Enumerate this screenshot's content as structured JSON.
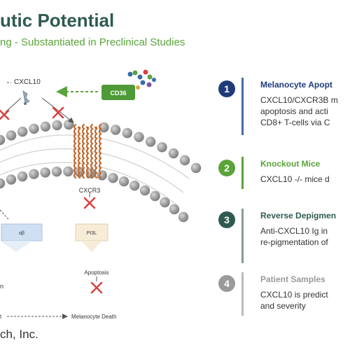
{
  "header": {
    "title": "utic Potential",
    "subtitle": "ng - Substantiated in Preclinical Studies"
  },
  "diagram": {
    "ligand_label": "CXCL10",
    "antibody_label": "CD36",
    "receptor_label": "CXCR3",
    "box_left_label": "αβ",
    "box_right_label": "PI3L",
    "apoptosis_label": "Apoptosis",
    "melanocyte_death_label": "Melanocyte Death",
    "left_fragment": "n",
    "bottom_left_fragment": "t"
  },
  "steps": [
    {
      "number": "1",
      "title": "Melanocyte Apopt",
      "body": "CXCL10/CXCR3B m\napoptosis and acti\nCD8+ T-cells via C",
      "color": "#1f3b7a",
      "bar_color": "#4a6aa8"
    },
    {
      "number": "2",
      "title": "Knockout Mice",
      "body": "CXCL10 -/- mice d",
      "color": "#5aa43a",
      "bar_color": "#5aa43a"
    },
    {
      "number": "3",
      "title": "Reverse Depigmen",
      "body": "Anti-CXCL10 Ig in\nre-pigmentation of",
      "color": "#2f5a52",
      "bar_color": "#8a9a98"
    },
    {
      "number": "4",
      "title": "Patient Samples",
      "body": "CXCL10 is predict\nand severity",
      "color": "#9a9a9a",
      "bar_color": "#bbbbbb"
    }
  ],
  "footer": {
    "text": "ch, Inc."
  },
  "colors": {
    "title": "#2f5a52",
    "subtitle": "#5aa43a",
    "membrane_bead": "#9a9a9a",
    "receptor": "#c9773a",
    "cross": "#d94040",
    "antibody_box": "#5aa43a"
  }
}
